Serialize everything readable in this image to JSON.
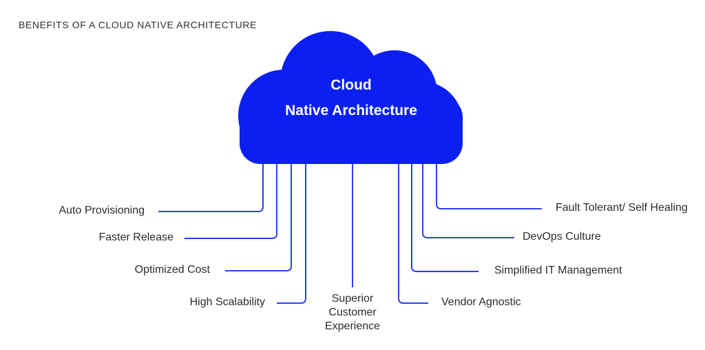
{
  "title": "BENEFITS OF A CLOUD NATIVE ARCHITECTURE",
  "cloud": {
    "title_line1": "Cloud",
    "title_line2": "Native Architecture"
  },
  "colors": {
    "cloud_blue": "#0b20f0",
    "connector_blue": "#2b3ff0",
    "label_text": "#2b2b2b",
    "cloud_text": "#ffffff",
    "background": "#ffffff"
  },
  "benefits": {
    "left": [
      "Auto Provisioning",
      "Faster Release",
      "Optimized Cost",
      "High Scalability"
    ],
    "bottom_center": "Superior Customer Experience",
    "right": [
      "Fault Tolerant/ Self Healing",
      "DevOps Culture",
      "Simplified IT Management",
      "Vendor Agnostic"
    ]
  }
}
